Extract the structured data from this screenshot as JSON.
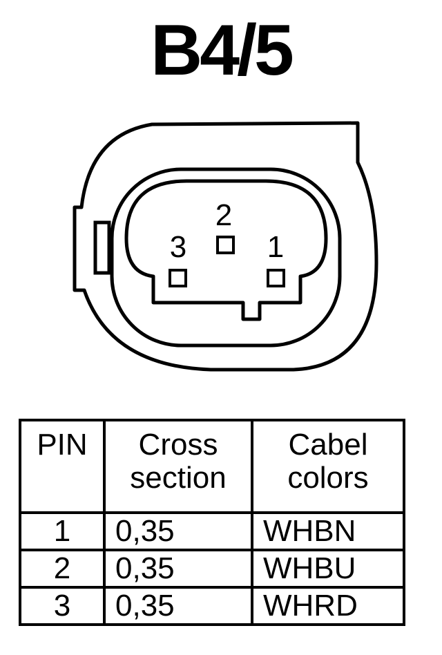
{
  "title": "B4/5",
  "connector": {
    "pin_labels": [
      "2",
      "3",
      "1"
    ]
  },
  "table": {
    "headers": {
      "pin": "PIN",
      "cross_section_line1": "Cross",
      "cross_section_line2": "section",
      "cable_colors_line1": "Cabel",
      "cable_colors_line2": "colors"
    },
    "rows": [
      {
        "pin": "1",
        "cross_section": "0,35",
        "color": "WHBN"
      },
      {
        "pin": "2",
        "cross_section": "0,35",
        "color": "WHBU"
      },
      {
        "pin": "3",
        "cross_section": "0,35",
        "color": "WHRD"
      }
    ]
  }
}
